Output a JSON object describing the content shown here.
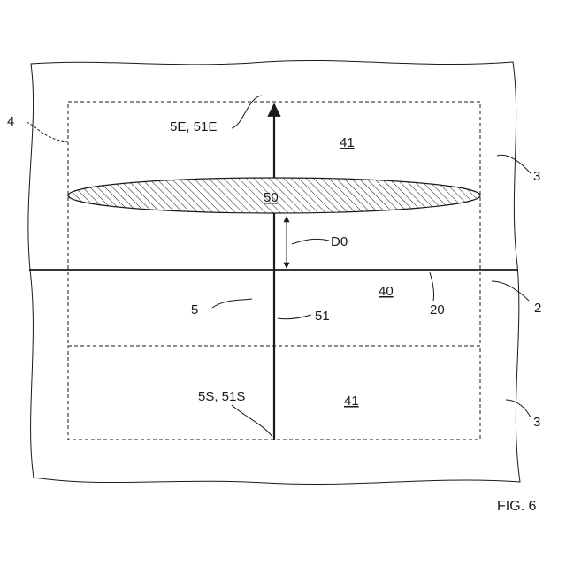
{
  "labels": {
    "boundary_region": "4",
    "end_point": "5E, 51E",
    "upper_region_top": "41",
    "outer_region_top": "3",
    "ellipse_zone": "50",
    "distance": "D0",
    "center_region": "40",
    "interface_line": "20",
    "layer_interface": "2",
    "path": "5",
    "path_line": "51",
    "start_point": "5S, 51S",
    "lower_region": "41",
    "outer_region_bottom": "3"
  },
  "caption": "FIG. 6"
}
